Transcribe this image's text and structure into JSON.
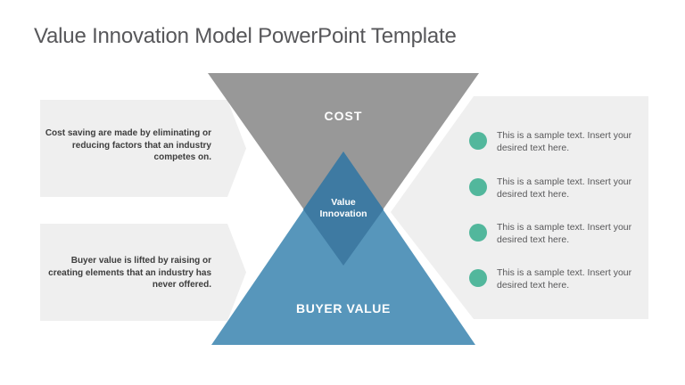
{
  "title": "Value Innovation Model PowerPoint Template",
  "colors": {
    "background": "#FFFFFF",
    "panel_gray": "#EFEFEF",
    "cost_gray": "#989898",
    "buyer_blue": "#5796BB",
    "overlap_blue": "#3E7AA2",
    "bullet_teal": "#52B79C",
    "title_text": "#57575A",
    "note_text": "#3D3D3D",
    "bullet_text": "#58585A"
  },
  "diagram": {
    "cost_label": "COST",
    "buyer_value_label": "BUYER VALUE",
    "center_label": {
      "line1": "Value",
      "line2": "Innovation"
    },
    "left_notes": [
      {
        "lines": [
          "Cost saving are made by eliminating or",
          "reducing factors that an industry",
          "competes on."
        ]
      },
      {
        "lines": [
          "Buyer value is lifted by raising or",
          "creating elements that an industry has",
          "never offered."
        ]
      }
    ],
    "right_bullets": [
      {
        "lines": [
          "This is a sample text. Insert your",
          "desired text here."
        ]
      },
      {
        "lines": [
          "This is a sample text. Insert your",
          "desired text here."
        ]
      },
      {
        "lines": [
          "This is a sample text. Insert your",
          "desired text here."
        ]
      },
      {
        "lines": [
          "This is a sample text. Insert your",
          "desired text here."
        ]
      }
    ]
  }
}
